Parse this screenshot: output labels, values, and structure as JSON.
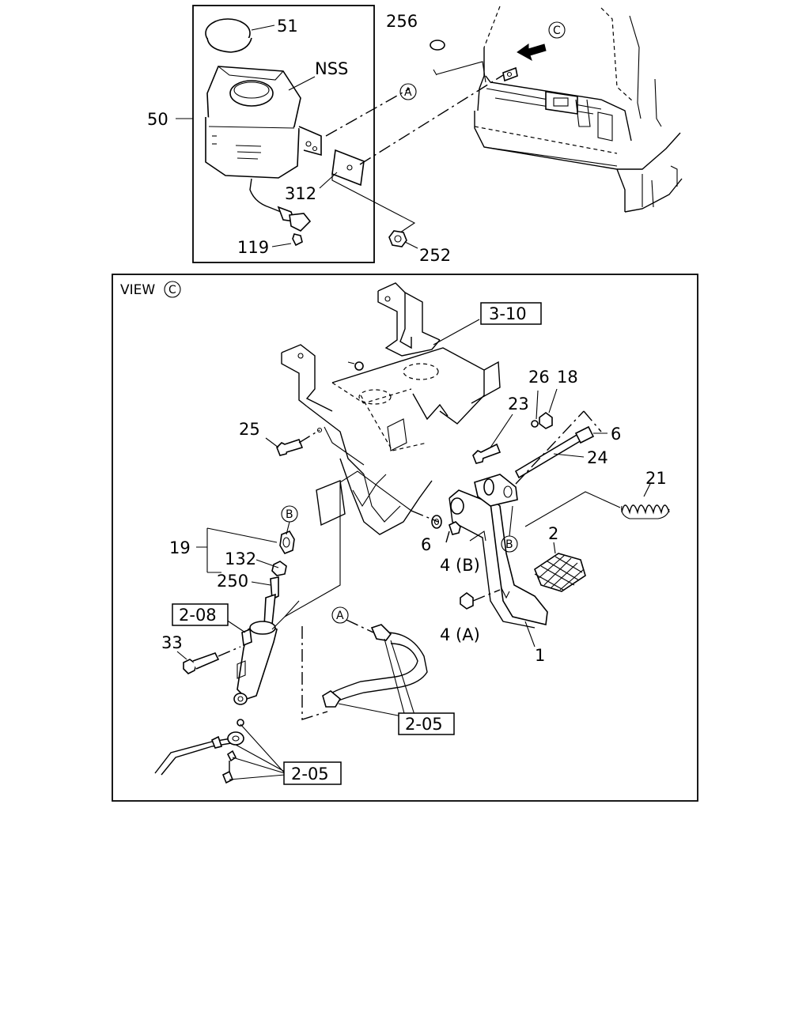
{
  "diagram": {
    "view_label": "VIEW",
    "view_ref": "C",
    "detail_ref": "C",
    "ref_a": "A",
    "ref_b": "B",
    "parts": {
      "p51": "51",
      "nss": "NSS",
      "p50": "50",
      "p312": "312",
      "p119": "119",
      "p256": "256",
      "p252": "252",
      "p25": "25",
      "p23": "23",
      "p26": "26",
      "p18": "18",
      "p6a": "6",
      "p6b": "6",
      "p24": "24",
      "p21": "21",
      "p2": "2",
      "p19": "19",
      "p132": "132",
      "p250": "250",
      "p33": "33",
      "p4b": "4 (B)",
      "p4a": "4 (A)",
      "p1": "1"
    },
    "boxed_refs": {
      "r310": "3-10",
      "r208": "2-08",
      "r205a": "2-05",
      "r205b": "2-05"
    }
  }
}
